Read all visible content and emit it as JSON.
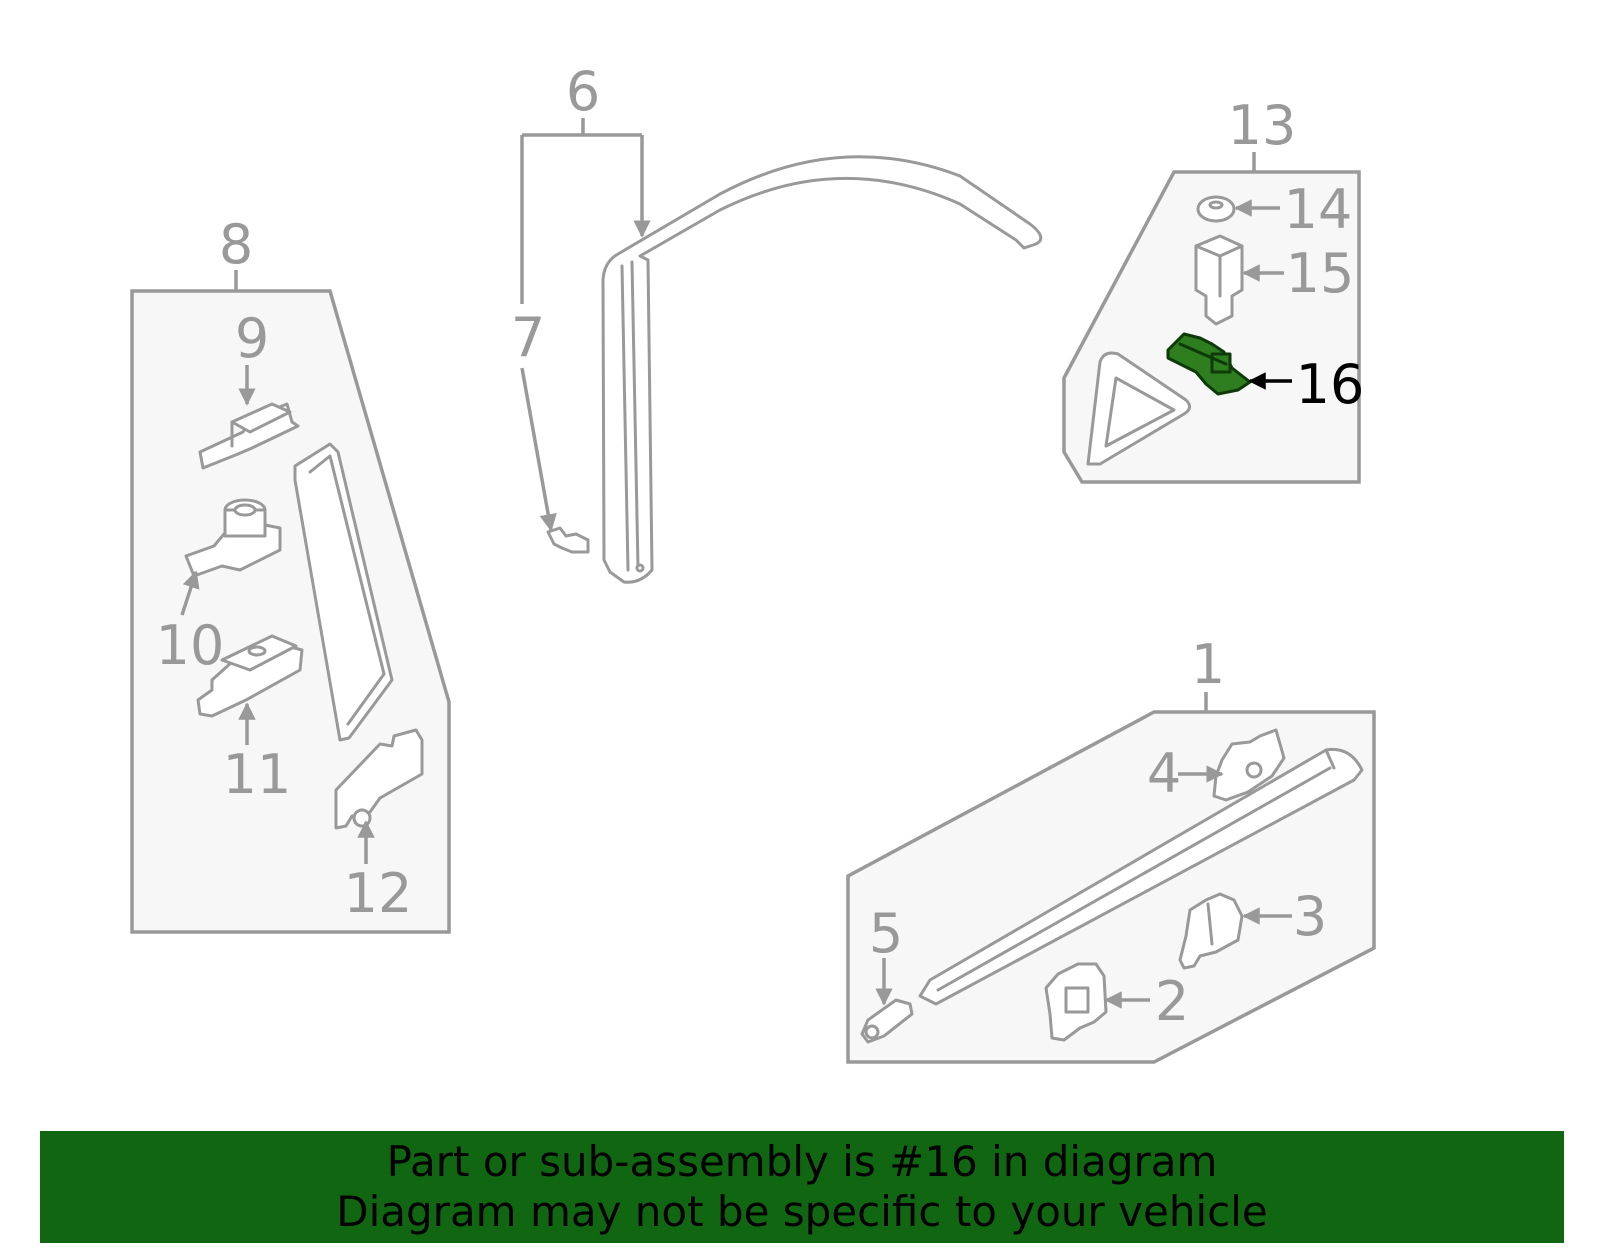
{
  "diagram": {
    "highlighted_callout": "16",
    "highlight_color": "#2e7d1f",
    "line_color": "#999999",
    "callouts": {
      "c1": "1",
      "c2": "2",
      "c3": "3",
      "c4": "4",
      "c5": "5",
      "c6": "6",
      "c7": "7",
      "c8": "8",
      "c9": "9",
      "c10": "10",
      "c11": "11",
      "c12": "12",
      "c13": "13",
      "c14": "14",
      "c15": "15",
      "c16": "16"
    }
  },
  "banner": {
    "line1": "Part or sub-assembly is #16 in diagram",
    "line2": "Diagram may not be specific to your vehicle",
    "background": "#116611"
  }
}
